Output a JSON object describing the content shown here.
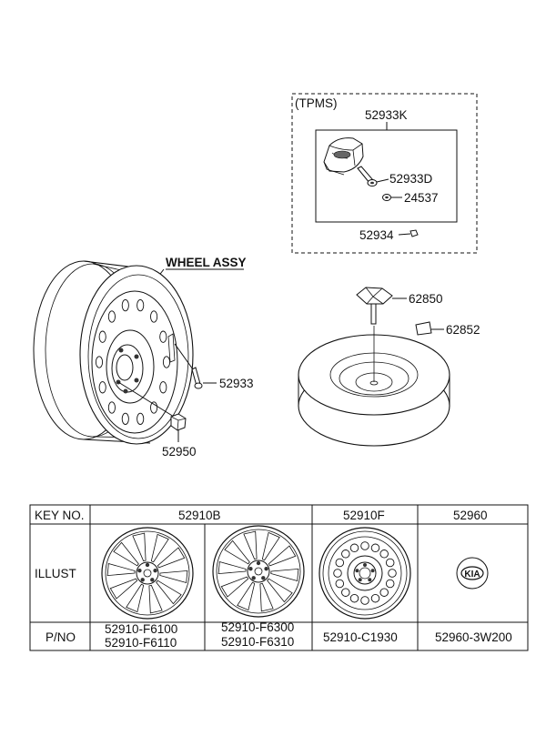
{
  "tpms": {
    "box_title": "(TPMS)",
    "assembly_part": "52933K",
    "valve_part": "52933D",
    "nut_part": "24537",
    "cap_part": "52934"
  },
  "wheel": {
    "title": "WHEEL ASSY",
    "valve_part": "52933",
    "lug_nut_part": "52950"
  },
  "spare": {
    "hold_down_part": "62850",
    "label_part": "62852"
  },
  "table": {
    "col_key_header": "KEY NO.",
    "illust_header": "ILLUST",
    "pno_header": "P/NO",
    "key_52910b": "52910B",
    "key_52910f": "52910F",
    "key_52960": "52960",
    "pno_1a": "52910-F6100",
    "pno_1b": "52910-F6110",
    "pno_2a": "52910-F6300",
    "pno_2b": "52910-F6310",
    "pno_3": "52910-C1930",
    "pno_4": "52960-3W200",
    "emblem_text": "KIA"
  }
}
